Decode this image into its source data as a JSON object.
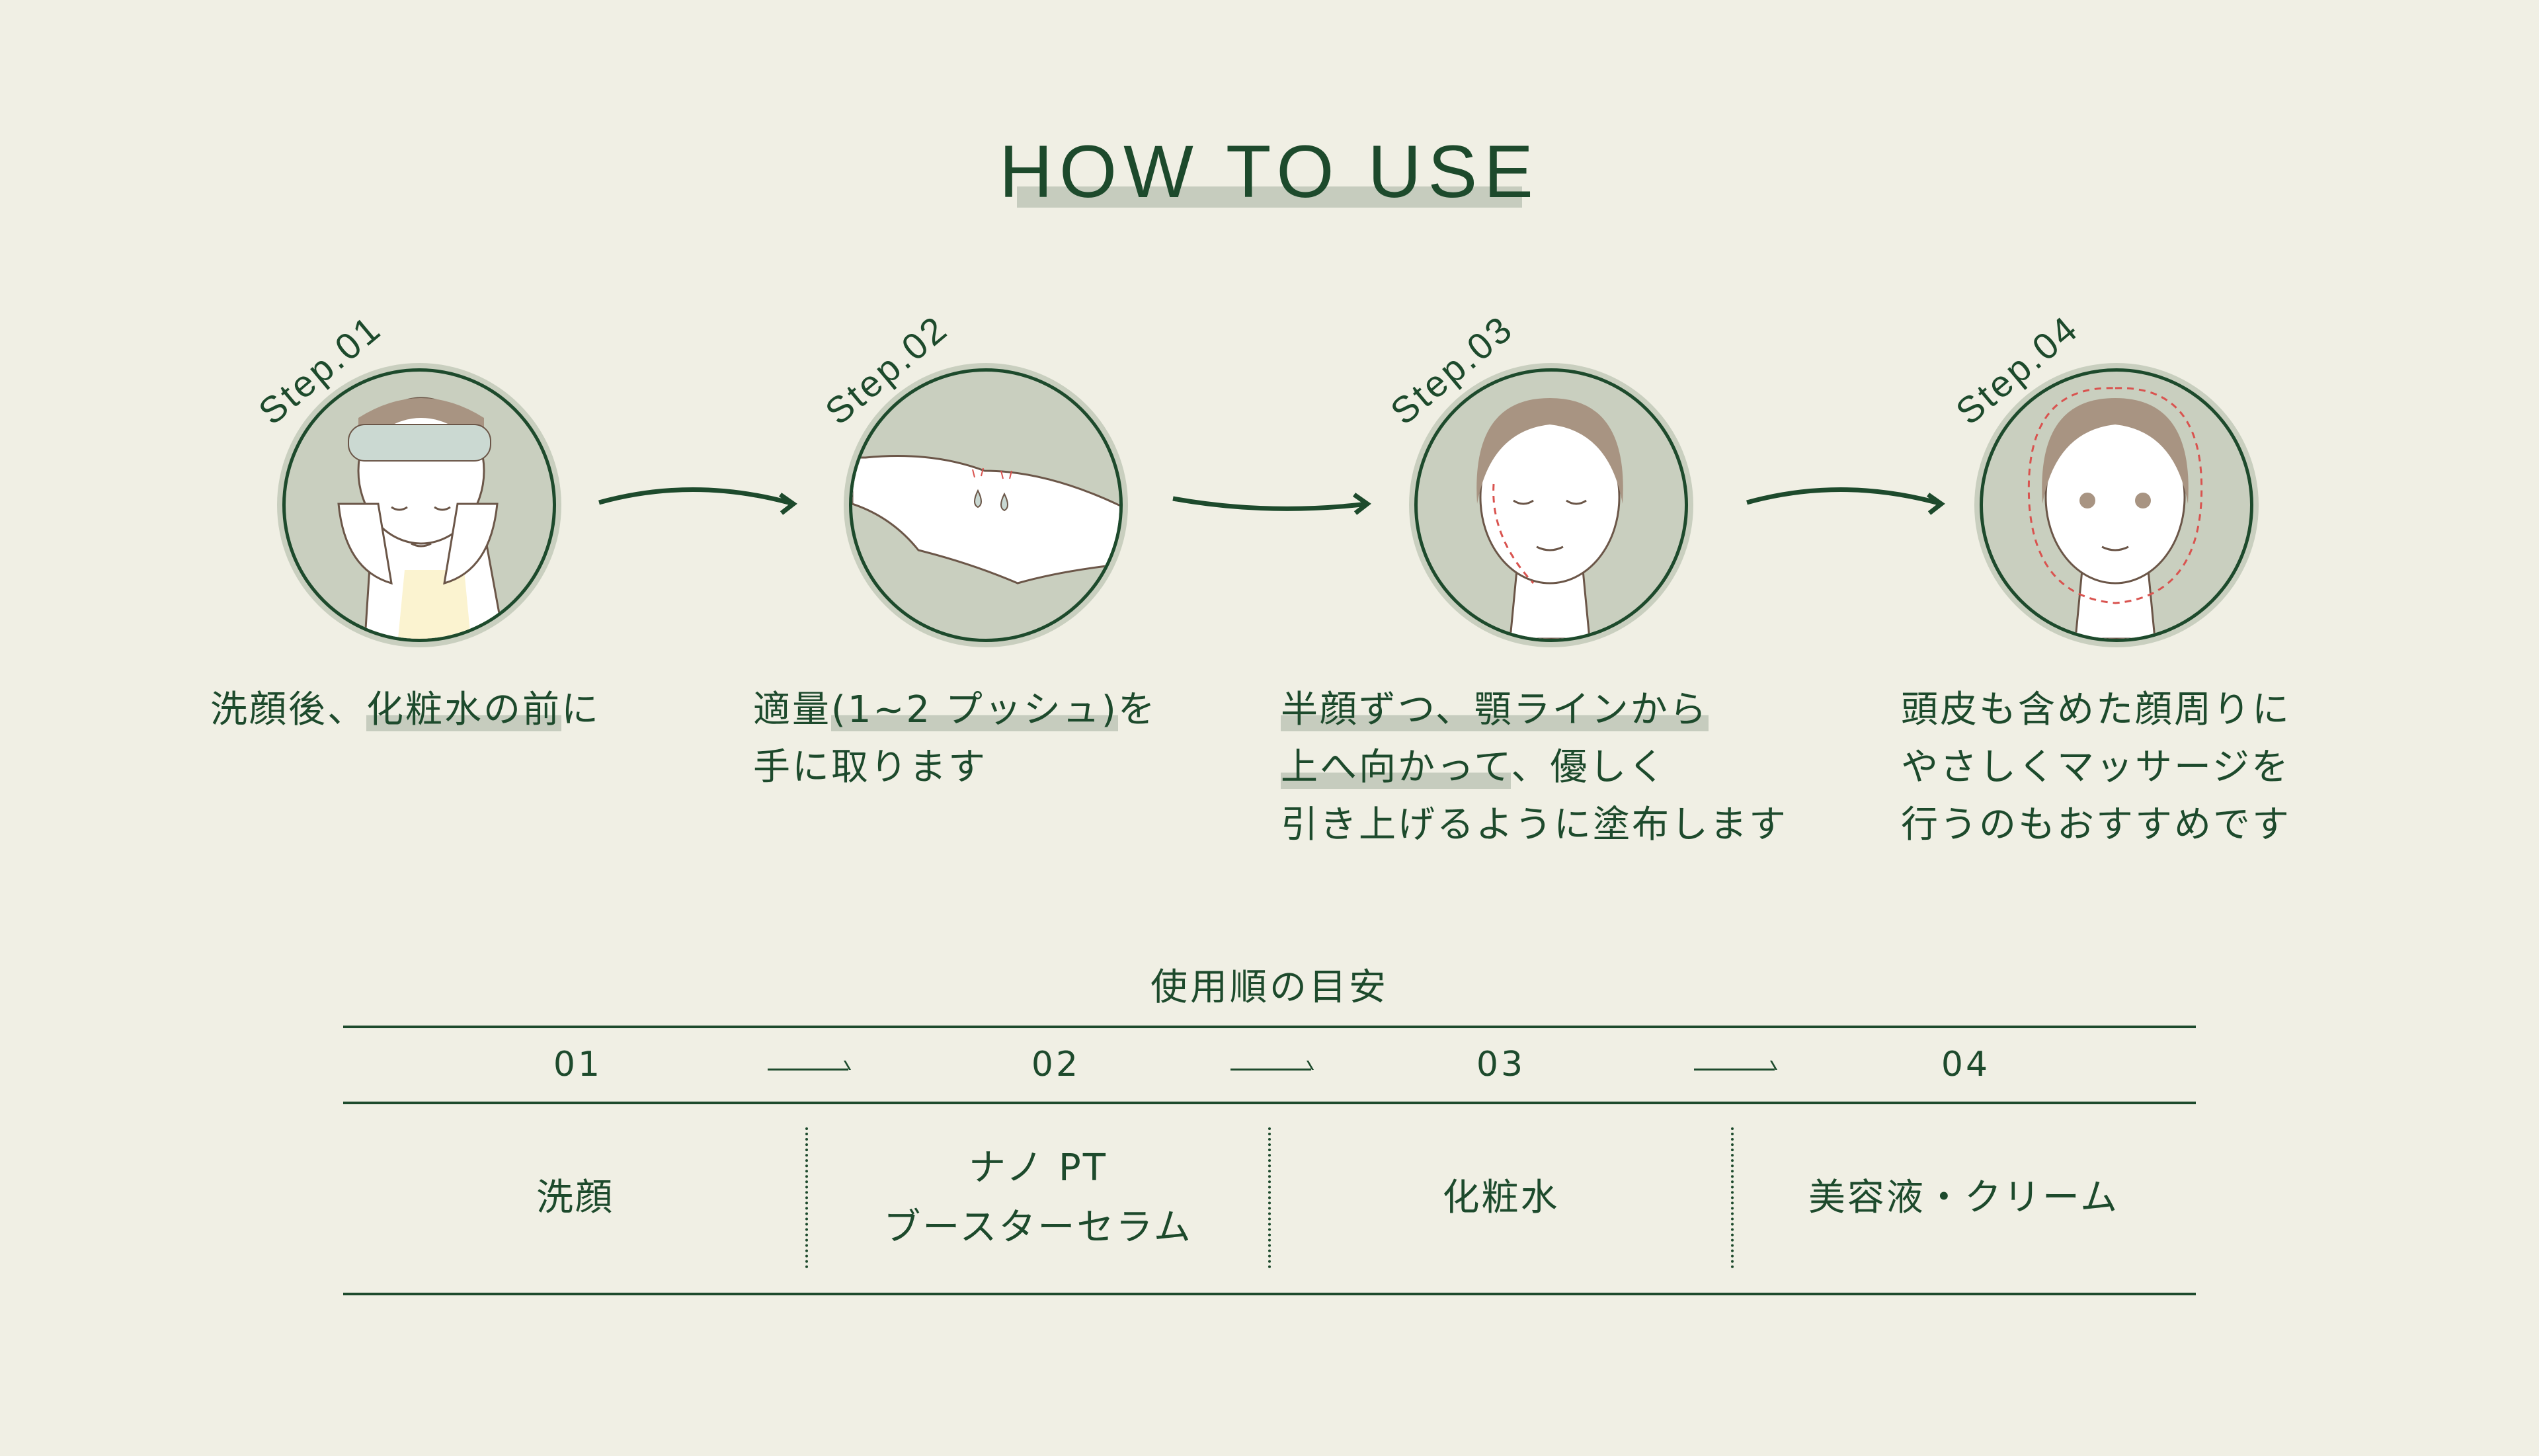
{
  "title": "HOW TO USE",
  "steps": [
    {
      "label": "Step.01",
      "lines": [
        {
          "pre": "洗顔後、",
          "hl": "化粧水の前",
          "post": "に"
        }
      ]
    },
    {
      "label": "Step.02",
      "lines": [
        {
          "pre": "適量",
          "hl": "(1~2 プッシュ)",
          "post": "を"
        },
        {
          "pre": "手に取ります",
          "hl": "",
          "post": ""
        }
      ]
    },
    {
      "label": "Step.03",
      "lines": [
        {
          "pre": "",
          "hl": "半顔ずつ、顎ラインから",
          "post": ""
        },
        {
          "pre": "",
          "hl": "上へ向かって",
          "post": "、優しく"
        },
        {
          "pre": "引き上げるように塗布します",
          "hl": "",
          "post": ""
        }
      ]
    },
    {
      "label": "Step.04",
      "lines": [
        {
          "pre": "頭皮も含めた顔周りに",
          "hl": "",
          "post": ""
        },
        {
          "pre": "やさしくマッサージを",
          "hl": "",
          "post": ""
        },
        {
          "pre": "行うのもおすすめです",
          "hl": "",
          "post": ""
        }
      ]
    }
  ],
  "order": {
    "heading": "使用順の目安",
    "numbers": [
      "01",
      "02",
      "03",
      "04"
    ],
    "items": [
      [
        "洗顔"
      ],
      [
        "ナノ PT",
        "ブースターセラム"
      ],
      [
        "化粧水"
      ],
      [
        "美容液・クリーム"
      ]
    ]
  },
  "colors": {
    "bg": "#f0efe4",
    "green": "#1d4a2c",
    "circle": "#c9cfbf"
  }
}
